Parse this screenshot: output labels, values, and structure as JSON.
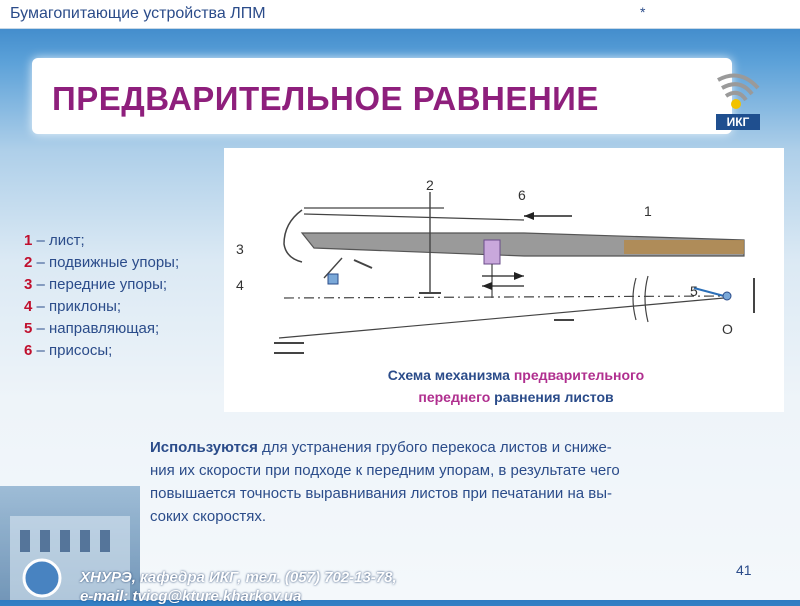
{
  "header": {
    "title": "Бумагопитающие устройства ЛПМ",
    "star": "*"
  },
  "slide": {
    "title": "ПРЕДВАРИТЕЛЬНОЕ РАВНЕНИЕ",
    "logo_text": "ИКГ"
  },
  "legend": [
    {
      "num": "1",
      "text": " – лист;"
    },
    {
      "num": "2",
      "text": " – подвижные упоры;"
    },
    {
      "num": "3",
      "text": " – передние упоры;"
    },
    {
      "num": "4",
      "text": " – приклоны;"
    },
    {
      "num": "5",
      "text": " – направляющая;"
    },
    {
      "num": "6",
      "text": " – присосы;"
    }
  ],
  "diagram": {
    "labels": [
      "1",
      "2",
      "3",
      "4",
      "5",
      "6",
      "О"
    ]
  },
  "caption": {
    "part1": "Схема механизма ",
    "part2": "предварительного",
    "part3": "переднего",
    "part4": " равнения листов"
  },
  "description": {
    "bold": "Используются",
    "line1": " для устранения грубого перекоса листов и сниже-",
    "line2": "ния их скорости при подходе к передним упорам, в результате чего",
    "line3": "повышается  точность выравнивания  листов при печатании на вы-",
    "line4": "соких  скоростях."
  },
  "footer": {
    "line1": "ХНУРЭ, кафедра ИКГ, тел. (057) 702-13-78,",
    "line2": "e-mail: tvicg@kture.kharkov.ua"
  },
  "page_number": "41",
  "colors": {
    "title": "#8e1f7c",
    "text": "#2b4c8a",
    "legend_num": "#c0102e",
    "accent": "#b02f8f"
  }
}
